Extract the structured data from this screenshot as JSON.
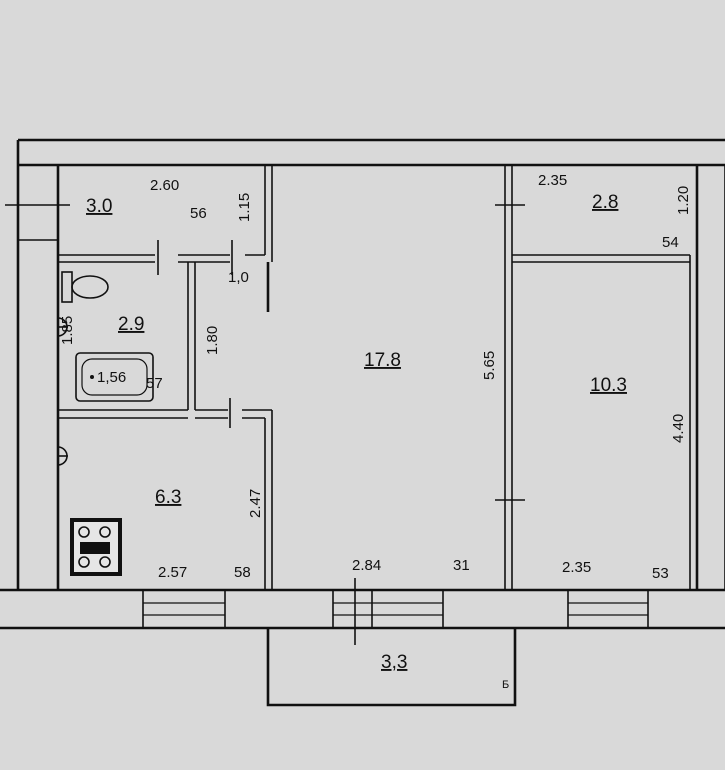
{
  "rooms": {
    "corridor": {
      "area": "3.0",
      "dims": [
        "2.60",
        "56",
        "1.15"
      ]
    },
    "bathroom": {
      "area": "2.9",
      "dims": [
        "1.85",
        "1,56",
        "57"
      ]
    },
    "hall": {
      "dims": [
        "1,0",
        "1.80"
      ]
    },
    "kitchen": {
      "area": "6.3",
      "dims": [
        "2.47",
        "2.57",
        "58"
      ]
    },
    "living_room": {
      "area": "17.8",
      "dims": [
        "5.65",
        "2.84",
        "31"
      ]
    },
    "closet": {
      "area": "2.8",
      "dims": [
        "2.35",
        "1.20",
        "54"
      ]
    },
    "bedroom": {
      "area": "10.3",
      "dims": [
        "4.40",
        "2.35",
        "53"
      ]
    },
    "balcony": {
      "area": "3,3",
      "mark": "Б"
    }
  },
  "colors": {
    "paper": "#d9d9d9",
    "line": "#111111"
  }
}
